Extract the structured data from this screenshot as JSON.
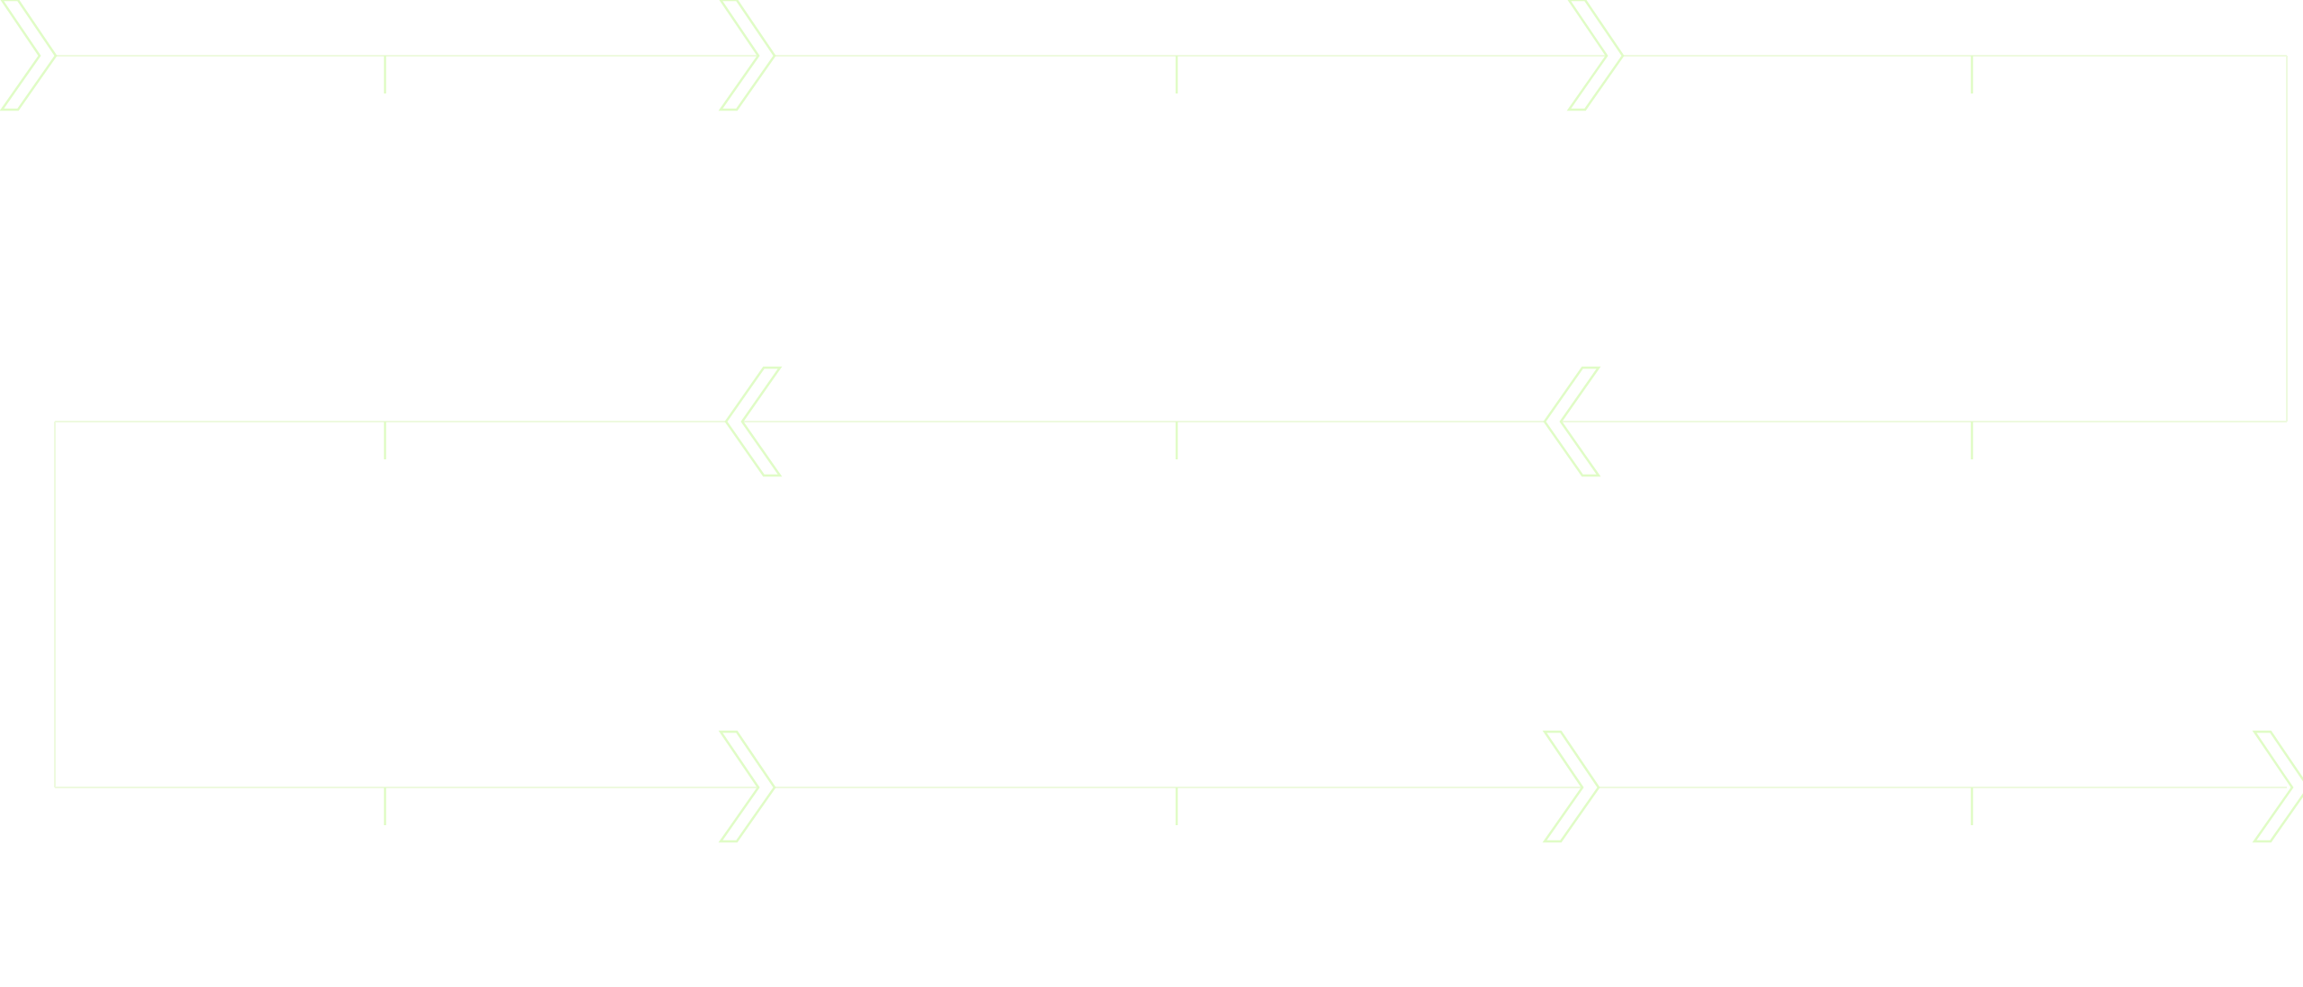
{
  "diagram": {
    "type": "serpentine-timeline",
    "rows": 3,
    "columns_per_row": 3,
    "stroke_color": "#eefadf",
    "marker_color": "#e0fcc6",
    "row_directions": [
      "right",
      "left",
      "right"
    ],
    "chevron_direction_icons": [
      "chevron-right-icon",
      "chevron-left-icon",
      "chevron-right-icon"
    ]
  }
}
